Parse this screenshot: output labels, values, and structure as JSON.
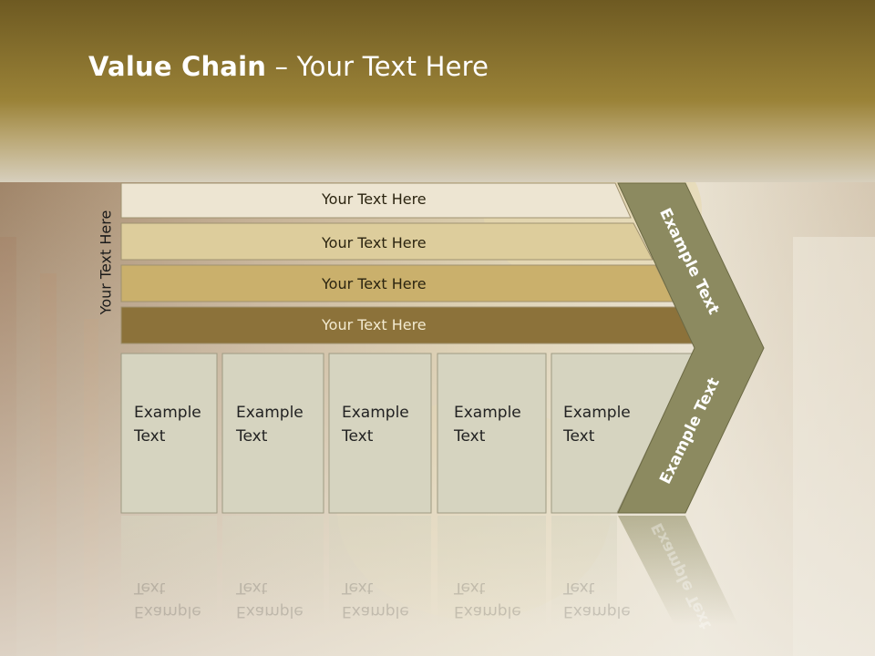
{
  "slide": {
    "title_bold": "Value Chain",
    "title_rest": " – Your Text Here",
    "side_label": "Your Text Here",
    "rows": [
      {
        "label": "Your Text Here",
        "color": "#ede5d2"
      },
      {
        "label": "Your Text Here",
        "color": "#ddcd9c"
      },
      {
        "label": "Your Text Here",
        "color": "#cab06c"
      },
      {
        "label": "Your Text Here",
        "color": "#8c723a"
      }
    ],
    "columns": [
      {
        "line1": "Example",
        "line2": "Text"
      },
      {
        "line1": "Example",
        "line2": "Text"
      },
      {
        "line1": "Example",
        "line2": "Text"
      },
      {
        "line1": "Example",
        "line2": "Text"
      },
      {
        "line1": "Example",
        "line2": "Text"
      }
    ],
    "chevron_upper": "Example Text",
    "chevron_lower": "Example Text",
    "colors": {
      "header": "#8a7334",
      "chevron": "#8c8a60",
      "box": "#d6d4c0"
    }
  }
}
